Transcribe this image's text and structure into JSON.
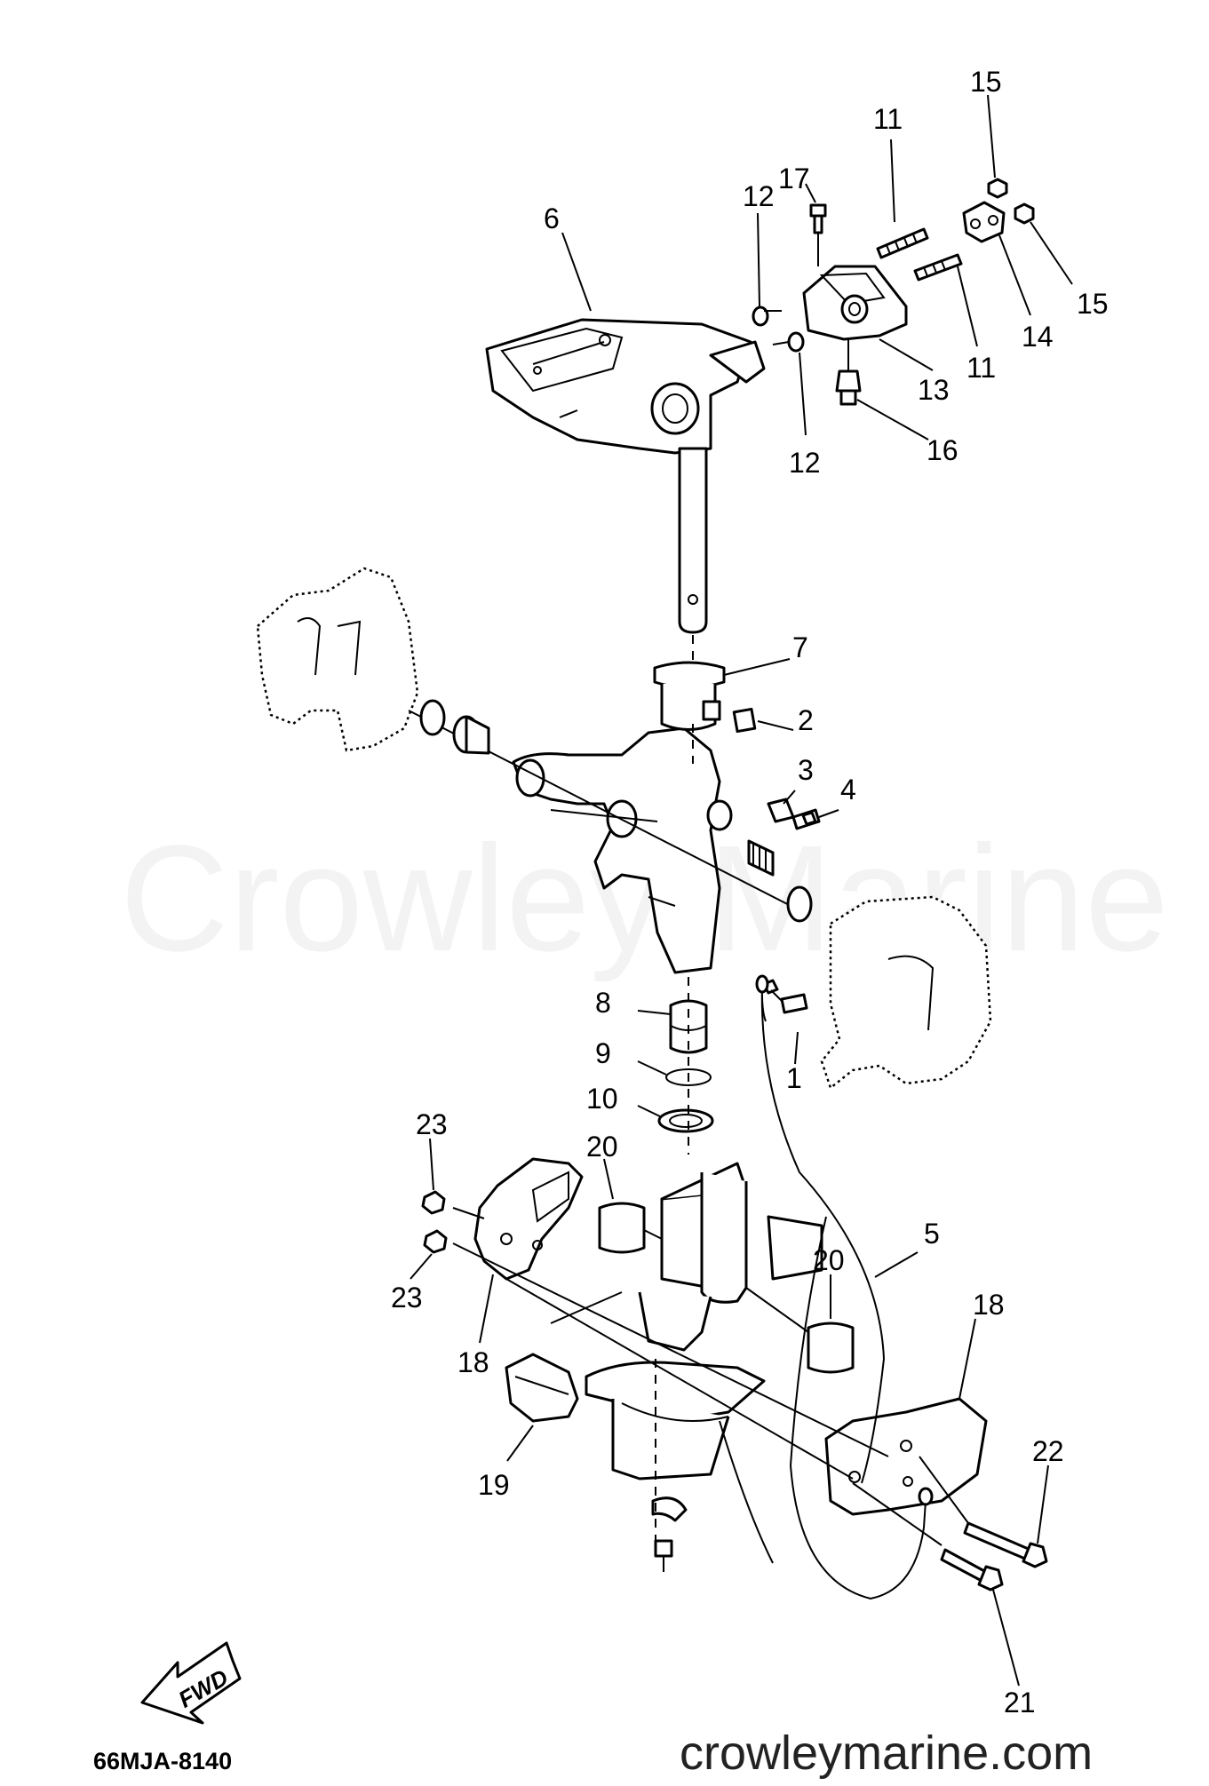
{
  "watermark": "Crowley Marine",
  "footer": {
    "diagram_code": "66MJA-8140",
    "site": "crowleymarine.com",
    "fwd_label": "FWD"
  },
  "callouts": [
    {
      "id": "c1",
      "text": "1"
    },
    {
      "id": "c2",
      "text": "2"
    },
    {
      "id": "c3",
      "text": "3"
    },
    {
      "id": "c4",
      "text": "4"
    },
    {
      "id": "c5",
      "text": "5"
    },
    {
      "id": "c6",
      "text": "6"
    },
    {
      "id": "c7",
      "text": "7"
    },
    {
      "id": "c8",
      "text": "8"
    },
    {
      "id": "c9",
      "text": "9"
    },
    {
      "id": "c10",
      "text": "10"
    },
    {
      "id": "c11a",
      "text": "11"
    },
    {
      "id": "c11b",
      "text": "11"
    },
    {
      "id": "c12a",
      "text": "12"
    },
    {
      "id": "c12b",
      "text": "12"
    },
    {
      "id": "c13",
      "text": "13"
    },
    {
      "id": "c14",
      "text": "14"
    },
    {
      "id": "c15a",
      "text": "15"
    },
    {
      "id": "c15b",
      "text": "15"
    },
    {
      "id": "c16",
      "text": "16"
    },
    {
      "id": "c17",
      "text": "17"
    },
    {
      "id": "c18a",
      "text": "18"
    },
    {
      "id": "c18b",
      "text": "18"
    },
    {
      "id": "c19",
      "text": "19"
    },
    {
      "id": "c20a",
      "text": "20"
    },
    {
      "id": "c20b",
      "text": "20"
    },
    {
      "id": "c21",
      "text": "21"
    },
    {
      "id": "c22",
      "text": "22"
    },
    {
      "id": "c23a",
      "text": "23"
    },
    {
      "id": "c23b",
      "text": "23"
    }
  ]
}
